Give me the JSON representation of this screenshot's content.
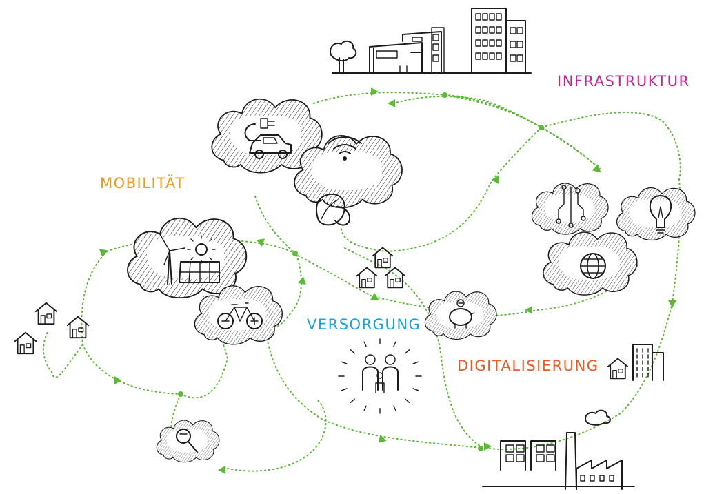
{
  "labels": {
    "infrastruktur": "INFRASTRUKTUR",
    "mobilitaet": "MOBILITÄT",
    "versorgung": "VERSORGUNG",
    "digitalisierung": "DIGITALISIERUNG"
  },
  "colors": {
    "infrastruktur": "#c8228f",
    "mobilitaet": "#f29a1d",
    "versorgung": "#1aa4dc",
    "digitalisierung": "#ee5a24",
    "network": "#5fb83a",
    "ink": "#1c1c1c"
  },
  "icons": [
    "plug-icon",
    "car-icon",
    "wifi-icon",
    "leaf-icon",
    "circuit-icon",
    "lightbulb-icon",
    "globe-icon",
    "wind-turbine-icon",
    "sun-icon",
    "solar-panel-icon",
    "bicycle-icon",
    "piggy-bank-icon",
    "family-icon",
    "magnifier-icon",
    "house-icon",
    "office-building-icon",
    "factory-icon",
    "tree-icon"
  ]
}
